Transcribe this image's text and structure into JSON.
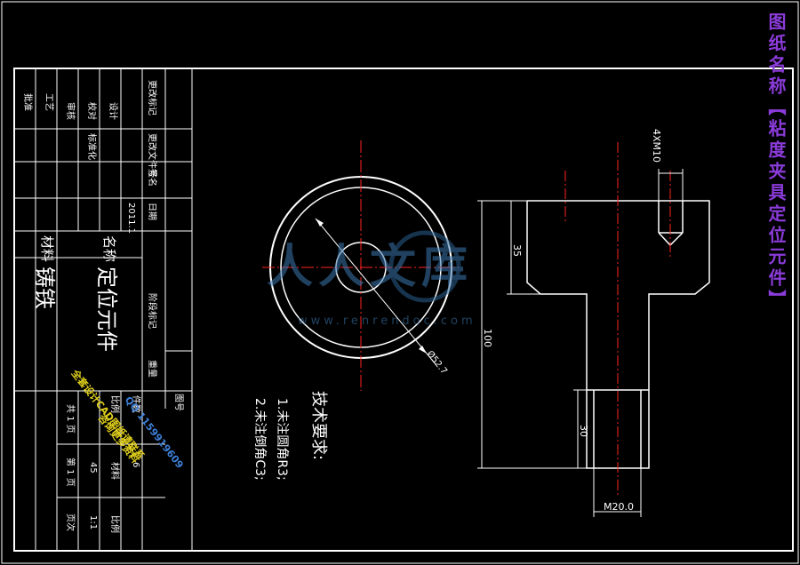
{
  "sheet_title": "图纸名称【粘度夹具定位元件】",
  "tech": {
    "heading": "技术要求:",
    "req1": "1.未注圆角R3;",
    "req2": "2.未注倒角C3;"
  },
  "dims": {
    "thread": "4XM10",
    "d35": "35",
    "d100": "100",
    "d30": "30",
    "phi20": "M20.0",
    "diam": "Ø52.7"
  },
  "title_block": {
    "part_name": "定位元件",
    "material": "铸铁",
    "label_name": "名称",
    "label_material": "材料",
    "roles": [
      "设计",
      "校对",
      "审核",
      "标准化",
      "工艺",
      "批准"
    ],
    "rev_headers": [
      "更改标记",
      "更改文件号",
      "签名",
      "日期"
    ],
    "rev_date": "2011.1",
    "stage_label": "阶段标记",
    "weight_label": "重量",
    "scale_label": "比例",
    "scale": "1:1",
    "qty_label": "件数",
    "qty": "6",
    "mat_code": "45",
    "sheets_total": "共 1 页",
    "sheet_no": "第 1 页",
    "sheet_label": "页次",
    "drawing_no": "图号",
    "material_sm": "材料"
  },
  "watermark": {
    "brand": "人人文库",
    "url": "www.renrendoc.com"
  },
  "overlay_note": [
    "全套设计CAD图纸请联系",
    "QQ 1159919609",
    "咨询更多资料"
  ]
}
